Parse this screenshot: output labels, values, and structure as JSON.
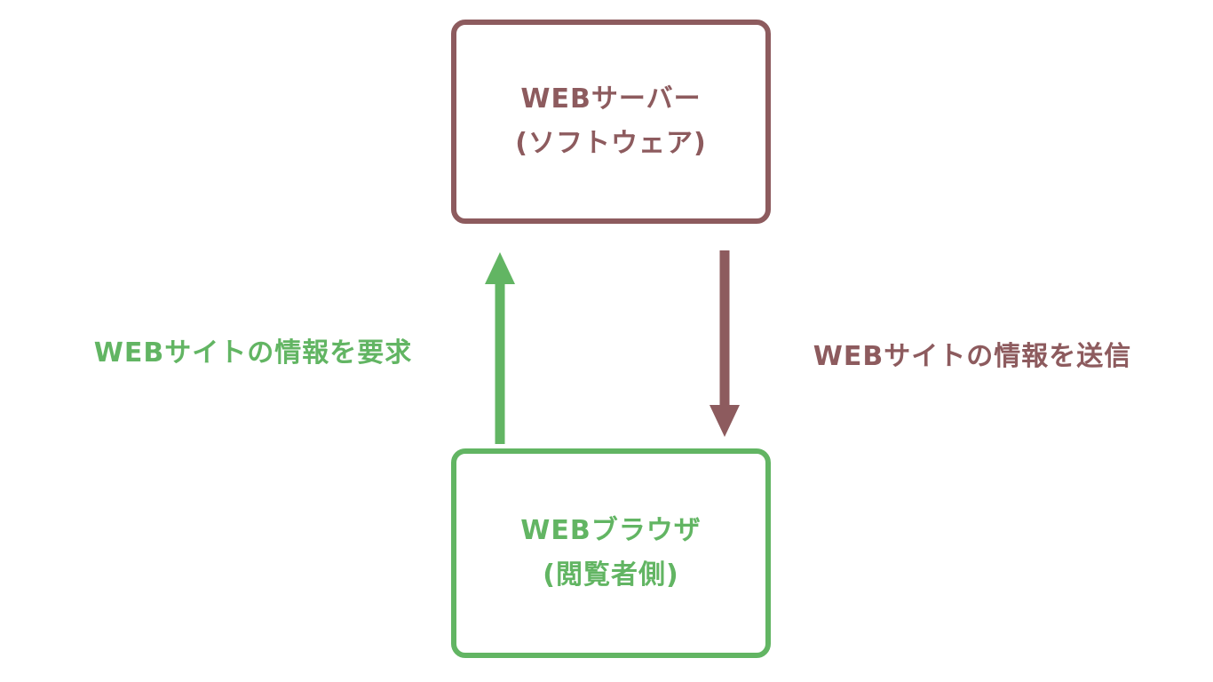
{
  "colors": {
    "maroon": "#8d5b5e",
    "green": "#62b563"
  },
  "diagram": {
    "server_box": {
      "line1": "WEBサーバー",
      "line2": "(ソフトウェア)"
    },
    "browser_box": {
      "line1": "WEBブラウザ",
      "line2": "(閲覧者側)"
    },
    "request_label": "WEBサイトの情報を要求",
    "response_label": "WEBサイトの情報を送信"
  }
}
